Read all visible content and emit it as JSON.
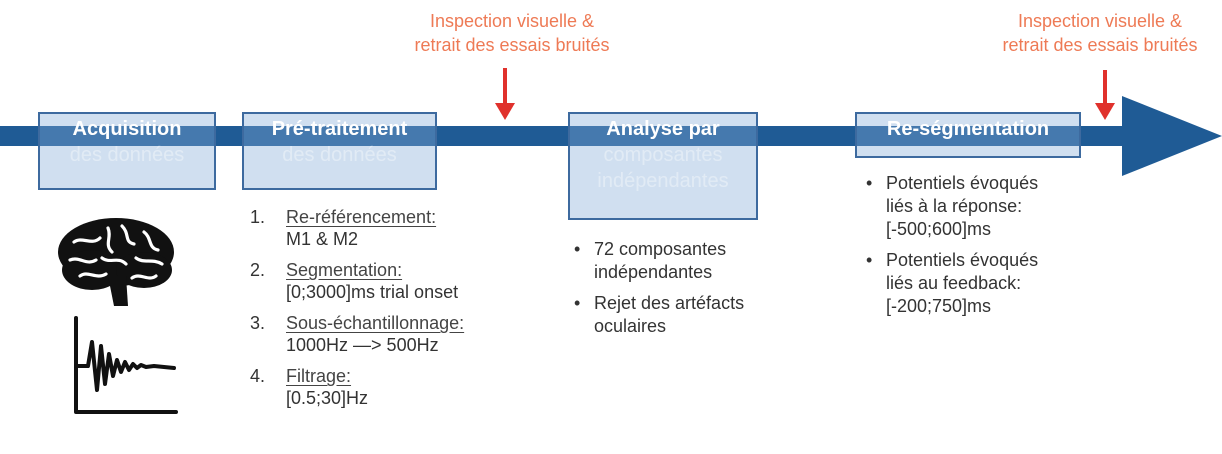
{
  "colors": {
    "arrow": "#1f5b95",
    "annotation": "#ee7a55",
    "red_marker": "#e0312c",
    "box_border": "#3d6a9f"
  },
  "annotations": [
    {
      "line1": "Inspection visuelle &",
      "line2": "retrait des essais bruités"
    },
    {
      "line1": "Inspection visuelle &",
      "line2": "retrait des essais bruités"
    }
  ],
  "stages": [
    {
      "line1": "Acquisition",
      "line2": "des données"
    },
    {
      "line1": "Pré-traitement",
      "line2": "des données"
    },
    {
      "line1": "Analyse par",
      "line2": "composantes",
      "line3": "indépendantes"
    },
    {
      "line1": "Re-ségmentation"
    }
  ],
  "preprocessing_steps": [
    {
      "num": "1.",
      "title": "Re-référencement:",
      "detail": "M1 & M2"
    },
    {
      "num": "2.",
      "title": "Segmentation:",
      "detail": "[0;3000]ms trial onset"
    },
    {
      "num": "3.",
      "title": "Sous-échantillonnage:",
      "detail": "1000Hz  —> 500Hz"
    },
    {
      "num": "4.",
      "title": "Filtrage:",
      "detail": "[0.5;30]Hz"
    }
  ],
  "ica_bullets": [
    {
      "line1": "72 composantes",
      "line2": "indépendantes"
    },
    {
      "line1": "Rejet des artéfacts",
      "line2": "oculaires"
    }
  ],
  "resegmentation_bullets": [
    {
      "line1": "Potentiels évoqués",
      "line2": "liés à la réponse:",
      "line3": "[-500;600]ms"
    },
    {
      "line1": "Potentiels évoqués",
      "line2": "liés au feedback:",
      "line3": "[-200;750]ms"
    }
  ],
  "icons": [
    "brain-icon",
    "eeg-signal-icon"
  ]
}
